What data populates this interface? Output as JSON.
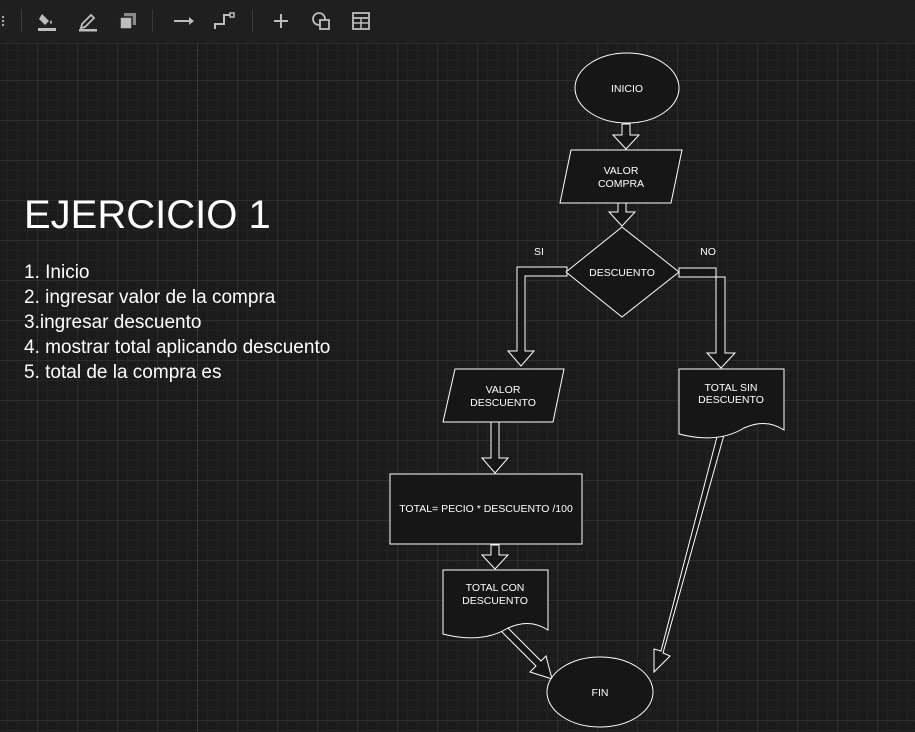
{
  "toolbar": {
    "tools": [
      {
        "name": "fill-color-icon"
      },
      {
        "name": "line-color-icon"
      },
      {
        "name": "shadow-icon"
      },
      {
        "name": "connector-straight-icon"
      },
      {
        "name": "connector-waypoint-icon"
      },
      {
        "name": "insert-plus-icon"
      },
      {
        "name": "shapes-icon"
      },
      {
        "name": "table-icon"
      }
    ]
  },
  "note": {
    "title": "EJERCICIO 1",
    "steps": [
      "1. Inicio",
      "2. ingresar  valor de la compra",
      "3.ingresar descuento",
      "4. mostrar total aplicando descuento",
      "5. total de la compra es"
    ]
  },
  "flowchart": {
    "inicio": "INICIO",
    "valor_compra": [
      "VALOR",
      "COMPRA"
    ],
    "descuento": "DESCUENTO",
    "si_label": "SI",
    "no_label": "NO",
    "valor_descuento": [
      "VALOR",
      "DESCUENTO"
    ],
    "formula": "TOTAL= PECIO * DESCUENTO /100",
    "total_con_descuento": [
      "TOTAL CON",
      "DESCUENTO"
    ],
    "total_sin_descuento": [
      "TOTAL SIN",
      "DESCUENTO"
    ],
    "fin": "FIN"
  },
  "colors": {
    "background": "#1b1b1b",
    "shape_fill": "#161616",
    "stroke": "#ffffff",
    "text": "#ffffff"
  }
}
